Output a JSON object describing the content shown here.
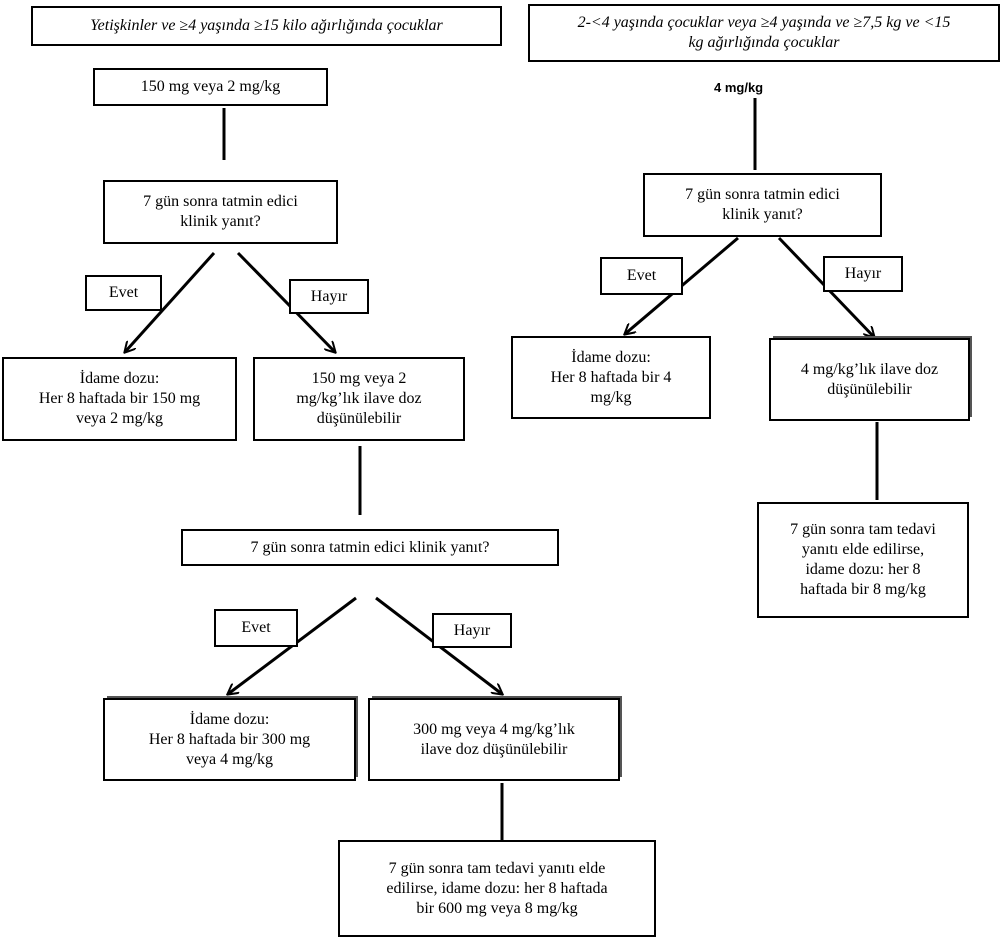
{
  "left": {
    "header": "Yetişkinler ve ≥4 yaşında ≥15 kilo ağırlığında çocuklar",
    "start_dose": "150 mg veya 2 mg/kg",
    "question1": "7 gün sonra tatmin edici\nklinik yanıt?",
    "yes1": "Evet",
    "no1": "Hayır",
    "maintenance1": "İdame dozu:\nHer 8 haftada bir 150 mg\nveya 2 mg/kg",
    "extra1": "150 mg veya 2\nmg/kg’lık ilave doz\ndüşünülebilir",
    "question2": "7 gün sonra tatmin edici klinik yanıt?",
    "yes2": "Evet",
    "no2": "Hayır",
    "maintenance2": "İdame dozu:\nHer 8 haftada bir 300 mg\nveya 4 mg/kg",
    "extra2": "300 mg veya 4 mg/kg’lık\nilave doz düşünülebilir",
    "final": "7 gün sonra tam tedavi yanıtı elde\nedilirse, idame dozu: her 8 haftada\nbir 600 mg veya 8 mg/kg"
  },
  "right": {
    "header": "2-<4 yaşında çocuklar veya ≥4 yaşında ve ≥7,5 kg ve <15\nkg ağırlığında çocuklar",
    "start_dose": "4 mg/kg",
    "question": "7 gün sonra tatmin edici\nklinik yanıt?",
    "yes": "Evet",
    "no": "Hayır",
    "maintenance": "İdame dozu:\nHer 8 haftada bir 4\nmg/kg",
    "extra": "4 mg/kg’lık ilave doz\ndüşünülebilir",
    "final": "7 gün sonra tam tedavi\nyanıtı elde edilirse,\nidame dozu: her 8\nhaftada bir 8 mg/kg"
  }
}
